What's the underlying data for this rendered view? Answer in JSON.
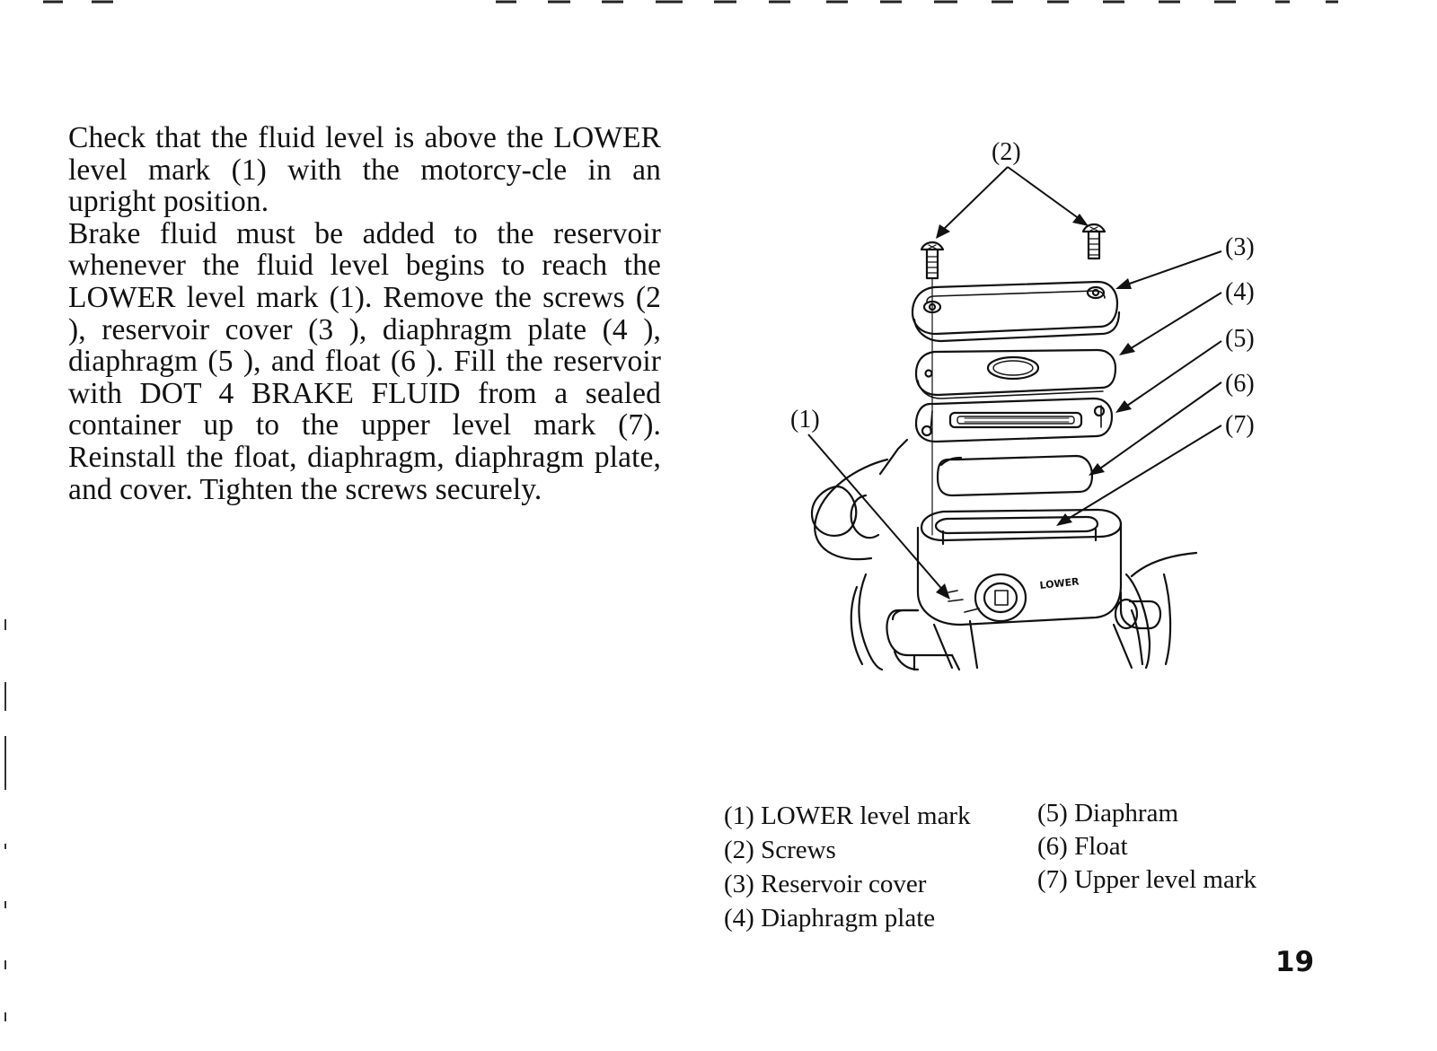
{
  "body": {
    "paragraphs": [
      "Check that the fluid level is above the LOWER level mark (1) with the motorcy-cle in an upright position.",
      "Brake fluid must be added to the reservoir whenever the fluid level begins to reach the LOWER level mark (1). Remove the screws (2 ), reservoir cover (3 ), diaphragm plate (4 ), diaphragm (5 ), and float (6 ). Fill the reservoir with DOT 4 BRAKE FLUID from a sealed container up to the upper level mark (7). Reinstall the float, diaphragm, diaphragm plate, and cover. Tighten the screws securely."
    ]
  },
  "diagram": {
    "callouts": [
      "(1)",
      "(2)",
      "(3)",
      "(4)",
      "(5)",
      "(6)",
      "(7)"
    ],
    "embossed_text": "LOWER"
  },
  "legend": {
    "left": [
      "(1)  LOWER level mark",
      "(2) Screws",
      "(3) Reservoir cover",
      "(4) Diaphragm plate"
    ],
    "right": [
      "(5) Diaphram",
      "(6) Float",
      "(7) Upper level mark"
    ]
  },
  "page_number": "19"
}
